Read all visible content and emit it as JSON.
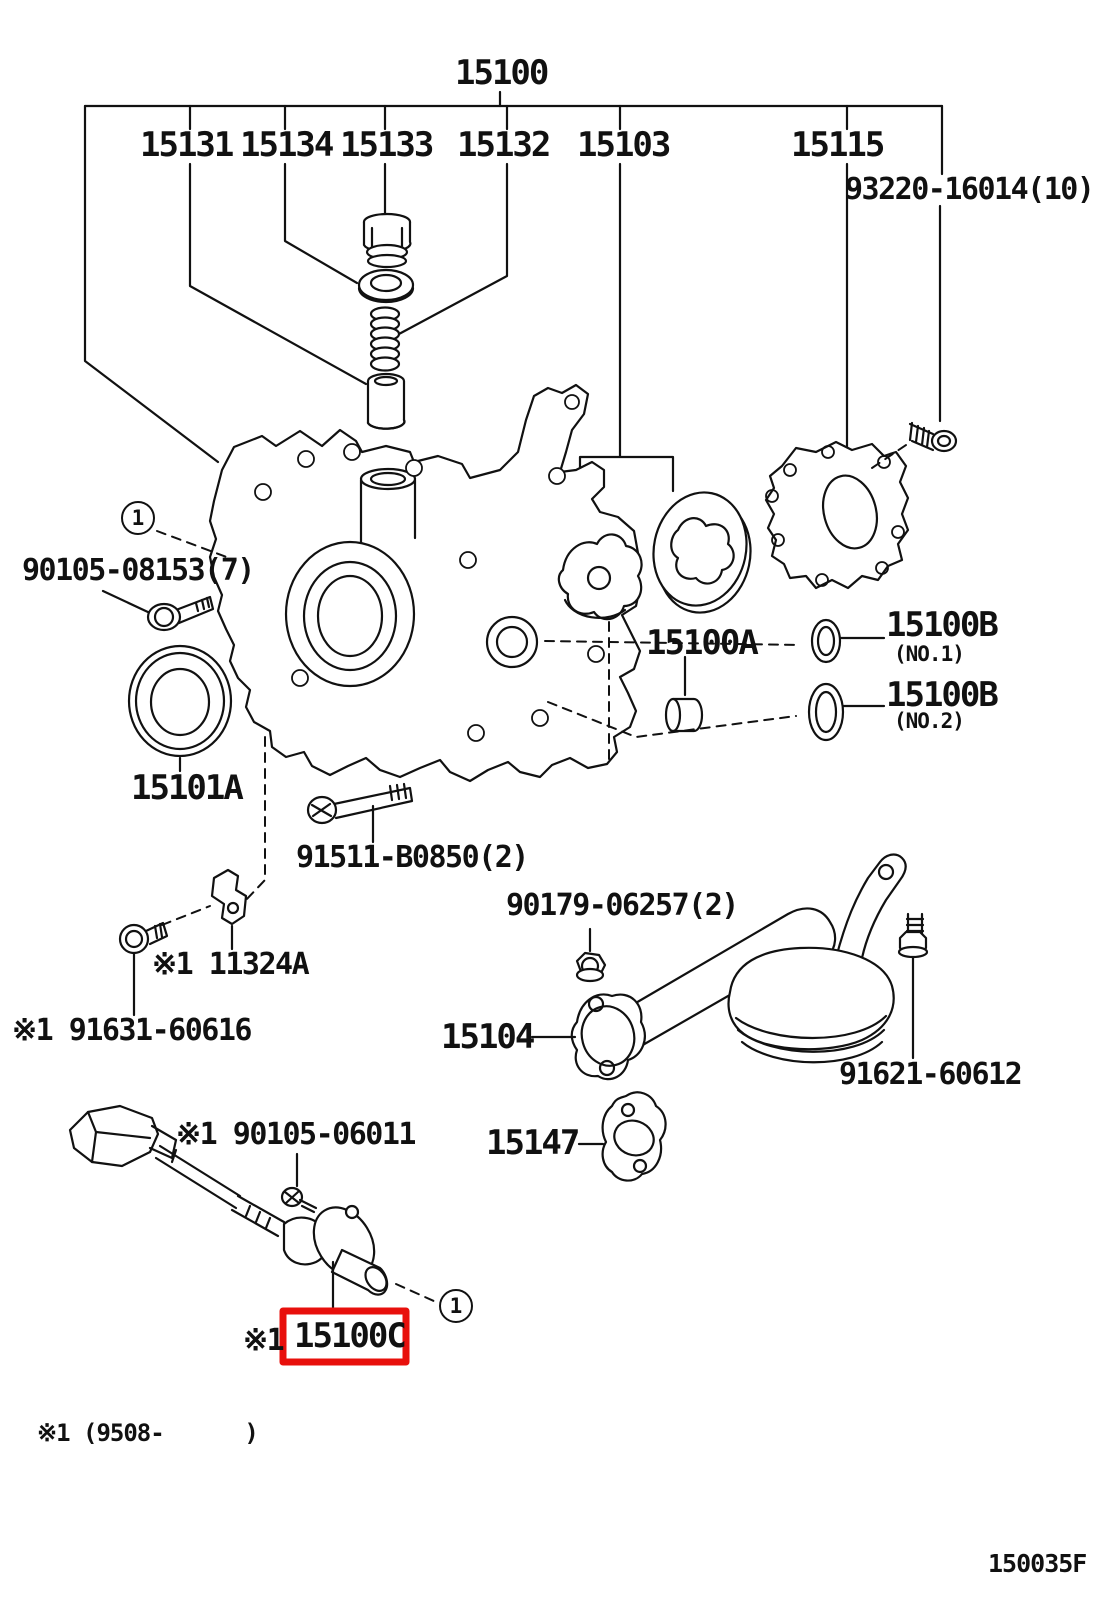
{
  "colors": {
    "line": "#111111",
    "highlight_box": "#e8100c",
    "background": "#ffffff"
  },
  "drawing_number": "150035F",
  "footnote": "※1 (9508-      )",
  "callouts": {
    "one": "1"
  },
  "parts": {
    "p15100": "15100",
    "p15131": "15131",
    "p15134": "15134",
    "p15133": "15133",
    "p15132": "15132",
    "p15103": "15103",
    "p15115": "15115",
    "p93220": "93220-16014(10)",
    "p90105_08153": "90105-08153(7)",
    "p15101A": "15101A",
    "p15100A": "15100A",
    "p15100B": "15100B",
    "p15100B_no1": "(NO.1)",
    "p15100B_no2": "(NO.2)",
    "p91511": "91511-B0850(2)",
    "p11324A": "※1 11324A",
    "p91631": "※1 91631-60616",
    "p90179": "90179-06257(2)",
    "p15104": "15104",
    "p91621": "91621-60612",
    "p15147": "15147",
    "p90105_06011": "※1 90105-06011",
    "p15100C_prefix": "※1",
    "p15100C": "15100C"
  }
}
